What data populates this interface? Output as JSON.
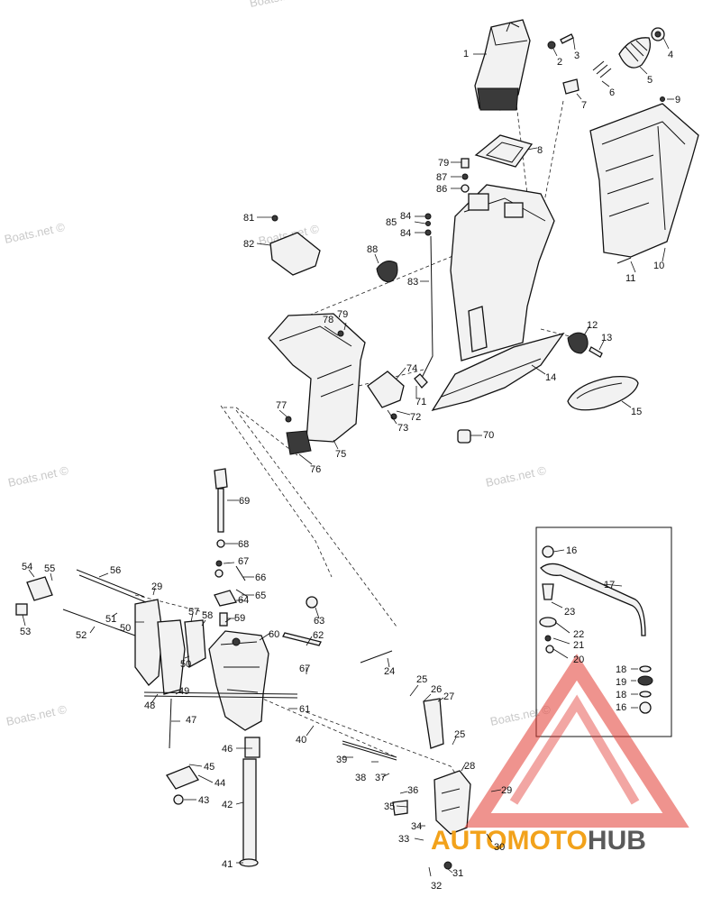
{
  "watermarks": [
    "Boats.net ©",
    "Boats.net ©",
    "Boats.net ©",
    "Boats.net ©",
    "Boats.net ©",
    "Boats.net ©",
    "Boats.net ©"
  ],
  "logo": {
    "brand": "AUTOMOTOHUB",
    "part1": "AUTOMOTO",
    "part2": "HUB",
    "colors": {
      "triangle": "#e23a32",
      "accent": "#f2a21b",
      "dark": "#5a5a5a"
    }
  },
  "callouts": [
    "1",
    "2",
    "3",
    "4",
    "5",
    "6",
    "7",
    "8",
    "9",
    "10",
    "11",
    "12",
    "13",
    "14",
    "15",
    "16",
    "17",
    "18",
    "19",
    "20",
    "21",
    "22",
    "23",
    "18",
    "16",
    "24",
    "25",
    "26",
    "27",
    "25",
    "28",
    "29",
    "30",
    "31",
    "32",
    "33",
    "34",
    "35",
    "36",
    "37",
    "38",
    "39",
    "40",
    "41",
    "42",
    "43",
    "44",
    "45",
    "46",
    "47",
    "48",
    "49",
    "50",
    "51",
    "50",
    "52",
    "53",
    "54",
    "55",
    "56",
    "57",
    "58",
    "59",
    "29",
    "60",
    "61",
    "62",
    "63",
    "64",
    "65",
    "66",
    "67",
    "68",
    "67",
    "69",
    "70",
    "71",
    "72",
    "73",
    "74",
    "75",
    "76",
    "77",
    "78",
    "79",
    "79",
    "87",
    "86",
    "81",
    "82",
    "83",
    "84",
    "85",
    "84",
    "88"
  ]
}
